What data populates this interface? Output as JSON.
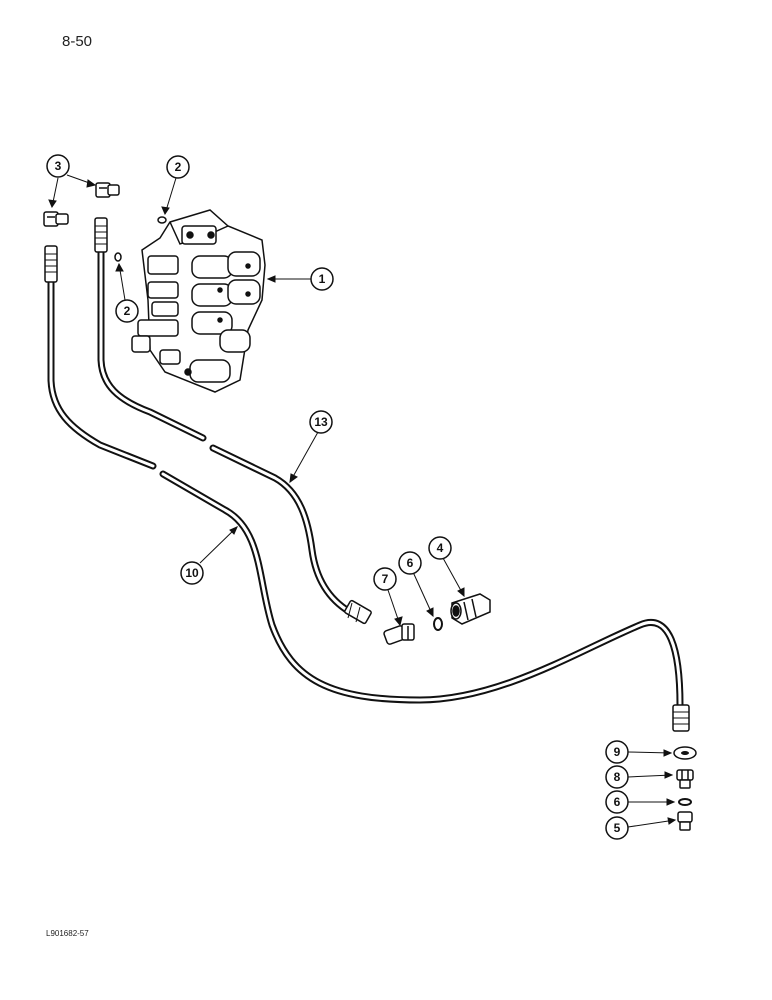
{
  "page_number": "8-50",
  "figure_code": "L901682-57",
  "callouts": [
    {
      "number": "1",
      "part": "control-valve"
    },
    {
      "number": "2",
      "part": "o-ring-upper"
    },
    {
      "number": "2",
      "part": "o-ring-lower"
    },
    {
      "number": "3",
      "part": "elbow-fittings"
    },
    {
      "number": "4",
      "part": "coupler"
    },
    {
      "number": "5",
      "part": "fitting"
    },
    {
      "number": "6",
      "part": "o-ring-coupler"
    },
    {
      "number": "6",
      "part": "o-ring-fitting"
    },
    {
      "number": "7",
      "part": "elbow-fitting"
    },
    {
      "number": "8",
      "part": "adapter"
    },
    {
      "number": "9",
      "part": "washer"
    },
    {
      "number": "10",
      "part": "hose"
    },
    {
      "number": "13",
      "part": "hose"
    }
  ]
}
